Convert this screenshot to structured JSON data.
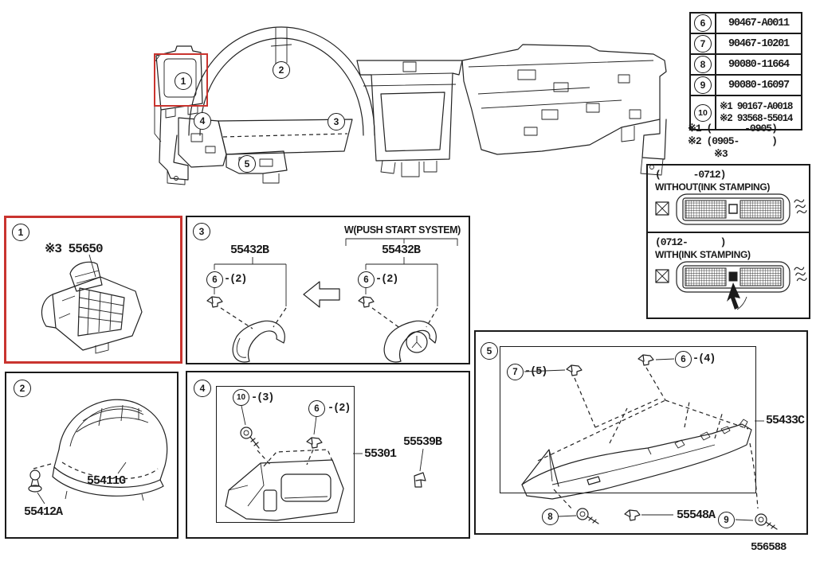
{
  "page": {
    "footer_code": "556588"
  },
  "colors": {
    "highlight_red": "#c9342f",
    "line": "#1a1a1a"
  },
  "main_diagram": {
    "callouts": [
      {
        "n": "1"
      },
      {
        "n": "2"
      },
      {
        "n": "3"
      },
      {
        "n": "4"
      },
      {
        "n": "5"
      }
    ]
  },
  "parts_table": {
    "rows": [
      {
        "ref": "6",
        "number": "90467-A0011"
      },
      {
        "ref": "7",
        "number": "90467-10201"
      },
      {
        "ref": "8",
        "number": "90080-11664"
      },
      {
        "ref": "9",
        "number": "90080-16097"
      },
      {
        "ref": "10",
        "number_line1": "※1 90167-A0018",
        "number_line2": "※2 93568-55014"
      }
    ],
    "notes": {
      "note1": "※1 (      -0905)",
      "note2": "※2 (0905-      )",
      "note3": "※3"
    }
  },
  "ink_panel": {
    "without_section": {
      "date_range": "(      -0712)",
      "label": "WITHOUT(INK STAMPING)"
    },
    "with_section": {
      "date_range": "(0712-      )",
      "label": "WITH(INK STAMPING)"
    }
  },
  "box1": {
    "callout": "1",
    "part_label": "※3 55650"
  },
  "box2": {
    "callout": "2",
    "hood_label": "55411G",
    "clip_label": "55412A"
  },
  "box3": {
    "callout": "3",
    "header": "W(PUSH START SYSTEM)",
    "left_part_label": "55432B",
    "right_part_label": "55432B",
    "left_fastener": {
      "ref": "6",
      "qty": "-(2)"
    },
    "right_fastener": {
      "ref": "6",
      "qty": "-(2)"
    }
  },
  "box4": {
    "callout": "4",
    "screw": {
      "ref": "10",
      "qty": "-(3)"
    },
    "clip": {
      "ref": "6",
      "qty": "-(2)"
    },
    "panel_label": "55301",
    "bracket_label": "55539B"
  },
  "box5": {
    "callout": "5",
    "clip_left": {
      "ref": "7",
      "qty": "-(5)"
    },
    "clip_right": {
      "ref": "6",
      "qty": "-(4)"
    },
    "panel_label": "55433C",
    "screw_left_ref": "8",
    "center_clip_label": "55548A",
    "screw_right_ref": "9"
  }
}
